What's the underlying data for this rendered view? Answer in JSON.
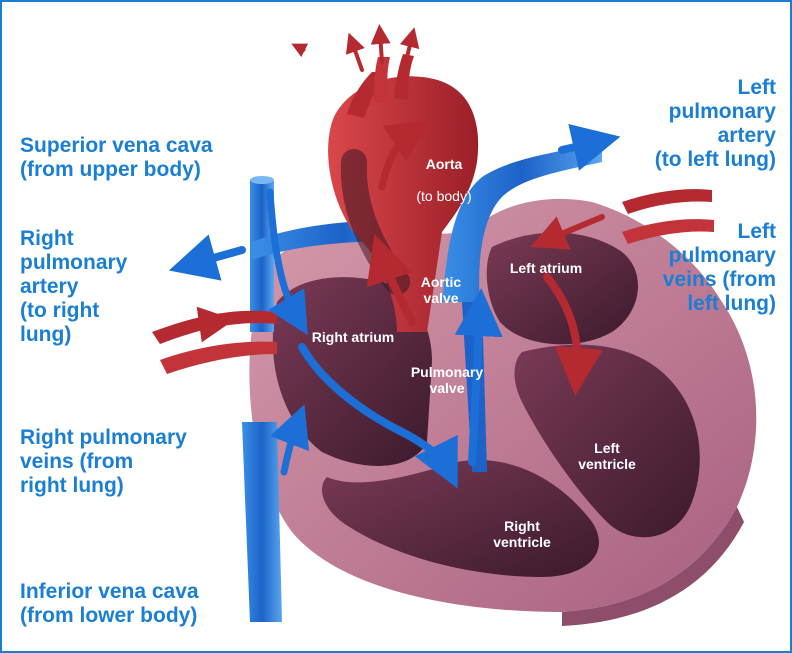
{
  "colors": {
    "label_blue": "#1a7fd4",
    "deoxygenated_blue": "#1d6fd8",
    "oxygenated_red": "#c8353a",
    "heart_muscle": "#c07a94",
    "chamber_interior": "#5a2a40"
  },
  "outer_labels": {
    "superior_vena_cava": "Superior vena cava\n(from upper body)",
    "right_pulmonary_artery": "Right\npulmonary\nartery\n(to right\nlung)",
    "right_pulmonary_veins": "Right pulmonary\nveins (from\nright lung)",
    "inferior_vena_cava": "Inferior vena cava\n(from lower body)",
    "left_pulmonary_artery": "Left\npulmonary\nartery\n(to left lung)",
    "left_pulmonary_veins": "Left\npulmonary\nveins (from\nleft lung)"
  },
  "inner_labels": {
    "aorta": "Aorta",
    "aorta_sub": "(to body)",
    "aortic_valve": "Aortic\nvalve",
    "left_atrium": "Left atrium",
    "right_atrium": "Right atrium",
    "pulmonary_valve": "Pulmonary\nvalve",
    "left_ventricle": "Left\nventricle",
    "right_ventricle": "Right\nventricle"
  }
}
